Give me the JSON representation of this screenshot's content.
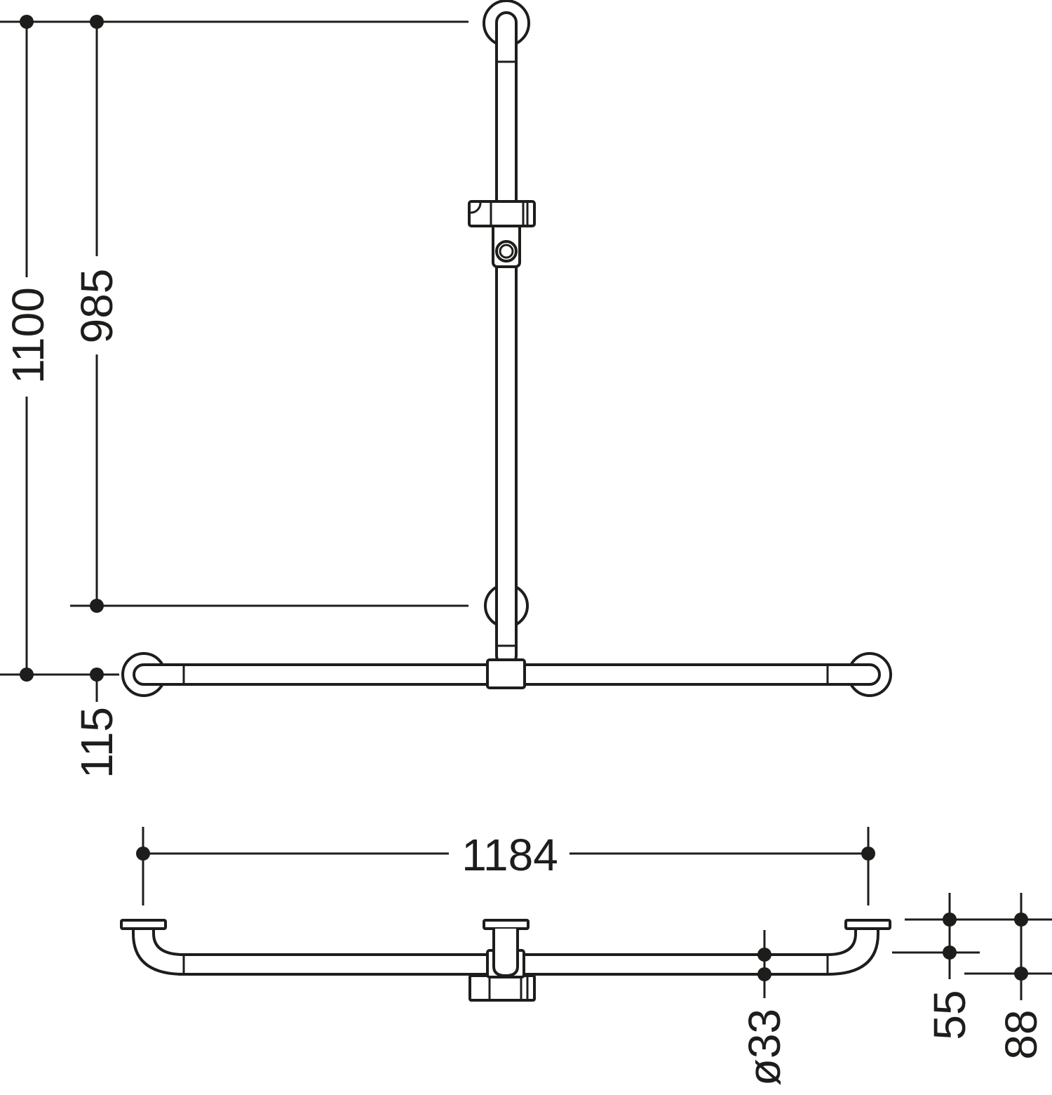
{
  "title": "T-shaped shower grab rail with shower head holder – dimension drawing",
  "dimensions": {
    "total_height": "1100",
    "wall_plate_spacing": "985",
    "lower_offset": "115",
    "total_width": "1184",
    "tube_diameter": "ø33",
    "wall_distance_tube": "55",
    "wall_distance_holder": "88"
  },
  "colors": {
    "line": "#1d1d1b",
    "background": "#ffffff"
  }
}
